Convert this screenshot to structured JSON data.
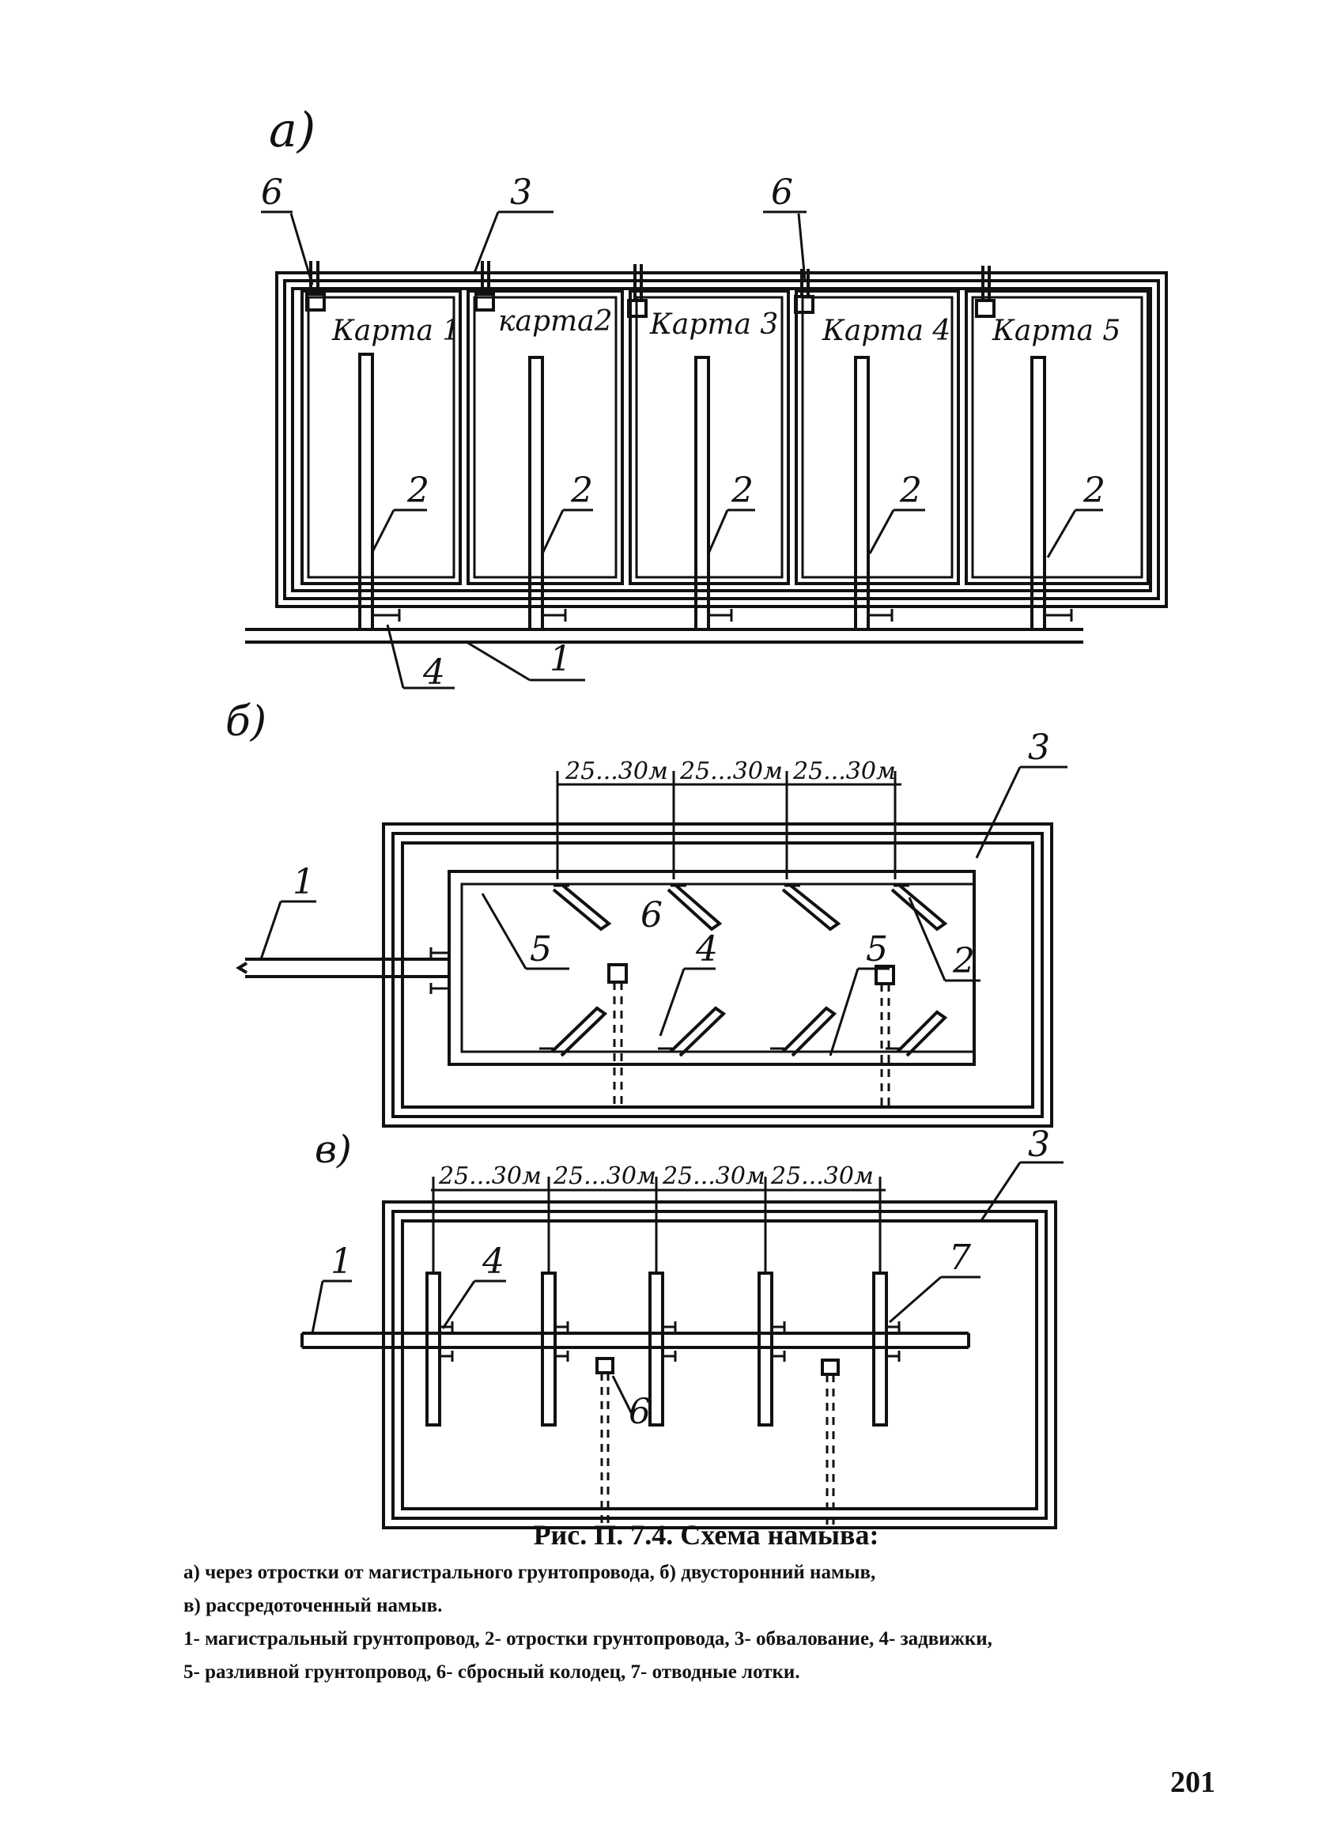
{
  "panels": {
    "a": {
      "label": "а)",
      "cards": [
        "Карта 1",
        "карта2",
        "Карта 3",
        "Карта 4",
        "Карта 5"
      ],
      "callouts": {
        "c6_left": "6",
        "c3": "3",
        "c6_mid": "6",
        "c2": "2",
        "c4": "4",
        "c1": "1"
      }
    },
    "b": {
      "label": "б)",
      "spacings": [
        "25...30м",
        "25...30м",
        "25...30м"
      ],
      "callouts": {
        "c3": "3",
        "c1": "1",
        "c5_left": "5",
        "c6": "6",
        "c4": "4",
        "c5_right": "5",
        "c2": "2"
      }
    },
    "c": {
      "label": "в)",
      "spacings": [
        "25...30м",
        "25...30м",
        "25...30м",
        "25...30м"
      ],
      "callouts": {
        "c3": "3",
        "c1": "1",
        "c4": "4",
        "c7": "7",
        "c6": "6"
      }
    }
  },
  "caption": {
    "title": "Рис. П. 7.4. Схема намыва:",
    "line1": "а) через отростки от магистрального грунтопровода, б) двусторонний намыв,",
    "line2": "в) рассредоточенный намыв.",
    "line3": "1- магистральный грунтопровод, 2- отростки грунтопровода, 3- обвалование, 4- задвижки,",
    "line4": "5- разливной грунтопровод, 6- сбросный колодец, 7- отводные лотки."
  },
  "page_number": "201"
}
